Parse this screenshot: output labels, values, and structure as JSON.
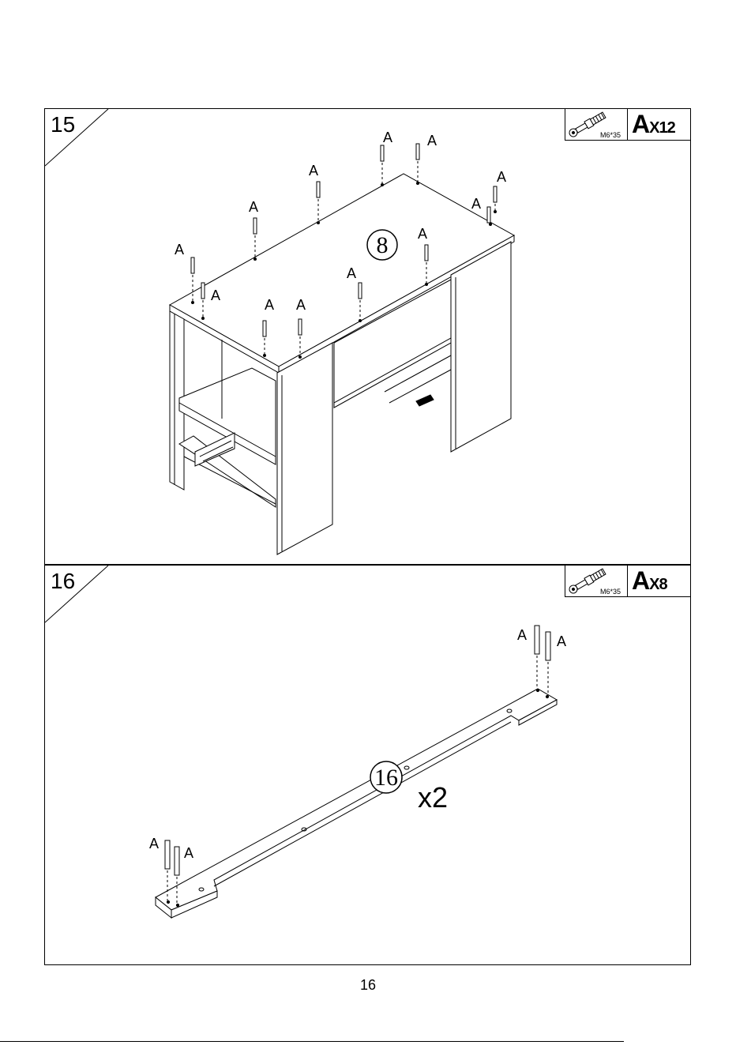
{
  "page_number": "16",
  "steps": [
    {
      "number": "15",
      "hardware": {
        "letter": "A",
        "times": "X",
        "count": "12",
        "size": "M6*35"
      },
      "panel_label": "8",
      "pin_label": "A"
    },
    {
      "number": "16",
      "hardware": {
        "letter": "A",
        "times": "X",
        "count": "8",
        "size": "M6*35"
      },
      "panel_label": "16",
      "pin_label": "A",
      "multiplier": "x2"
    }
  ]
}
